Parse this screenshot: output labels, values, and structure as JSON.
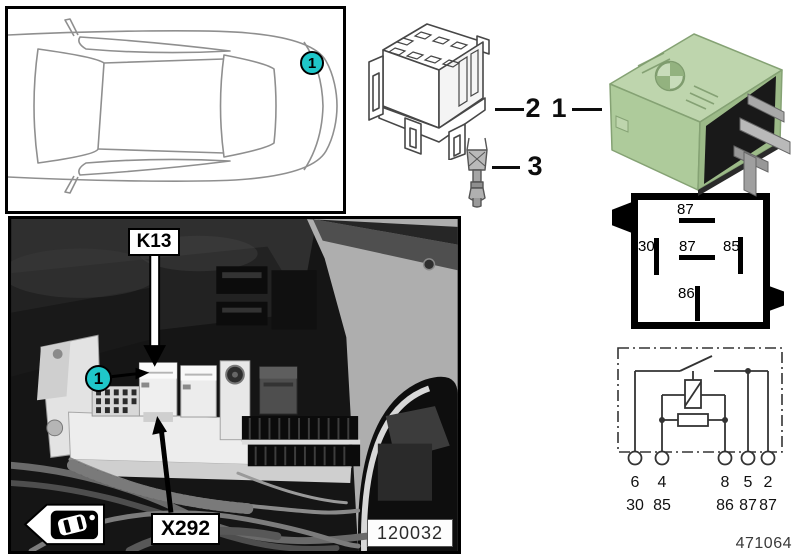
{
  "meta": {
    "drawing_number": "471064"
  },
  "car_locator": {
    "badge": "1"
  },
  "callouts": {
    "relay_item": "1",
    "socket_item": "2",
    "terminal_item": "3"
  },
  "photo": {
    "component_label": "K13",
    "connector_label": "X292",
    "badge": "1",
    "image_number": "120032"
  },
  "pin_diagram": {
    "pin_top": "87",
    "pin_left": "30",
    "pin_center": "87",
    "pin_right": "85",
    "pin_bottom": "86"
  },
  "schematic": {
    "pin_numbers": [
      "6",
      "4",
      "8",
      "5",
      "2"
    ],
    "terminal_numbers": [
      "30",
      "85",
      "86",
      "87",
      "87"
    ]
  },
  "colors": {
    "badge_teal": "#1fc7c9",
    "relay_green": "#bed5ad"
  }
}
